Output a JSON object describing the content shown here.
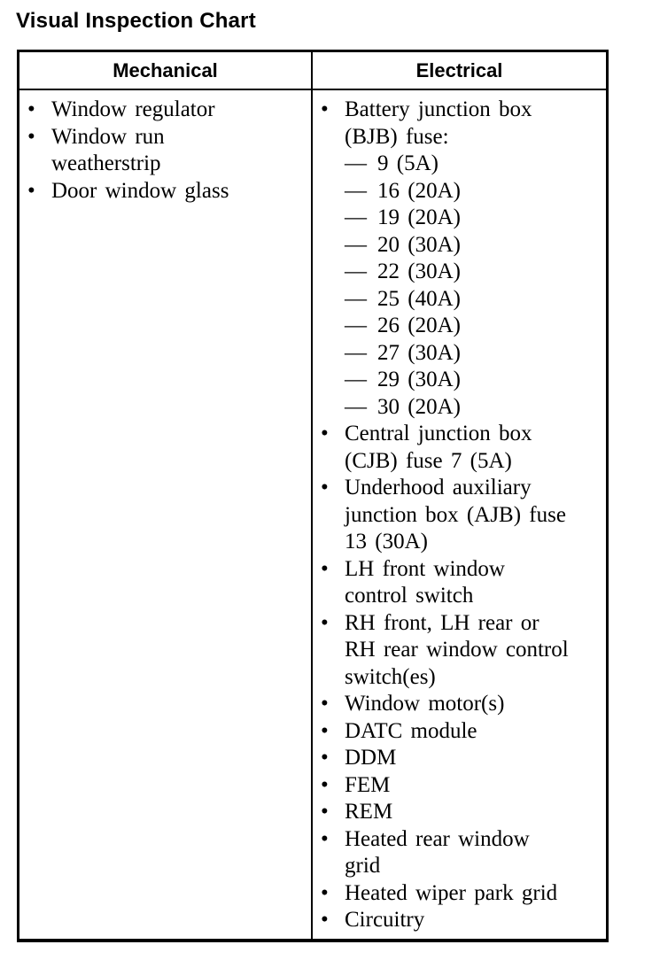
{
  "page": {
    "title": "Visual Inspection Chart"
  },
  "markers": {
    "bullet": "•",
    "dash": "—"
  },
  "table": {
    "columns": [
      {
        "label": "Mechanical"
      },
      {
        "label": "Electrical"
      }
    ],
    "mechanical": [
      {
        "text": "Window regulator"
      },
      {
        "text": "Window run\nweatherstrip"
      },
      {
        "text": "Door window glass"
      }
    ],
    "electrical": [
      {
        "text": "Battery junction box\n(BJB) fuse:",
        "sub_items": [
          "9 (5A)",
          "16 (20A)",
          "19 (20A)",
          "20 (30A)",
          "22 (30A)",
          "25 (40A)",
          "26 (20A)",
          "27 (30A)",
          "29 (30A)",
          "30 (20A)"
        ]
      },
      {
        "text": "Central junction box\n(CJB) fuse 7 (5A)"
      },
      {
        "text": "Underhood auxiliary\njunction box (AJB) fuse\n13 (30A)"
      },
      {
        "text": "LH front window\ncontrol switch"
      },
      {
        "text": "RH front, LH rear or\nRH rear window control\nswitch(es)"
      },
      {
        "text": "Window motor(s)"
      },
      {
        "text": "DATC module"
      },
      {
        "text": "DDM"
      },
      {
        "text": "FEM"
      },
      {
        "text": "REM"
      },
      {
        "text": "Heated rear window\ngrid"
      },
      {
        "text": "Heated wiper park grid"
      },
      {
        "text": "Circuitry"
      }
    ]
  },
  "colors": {
    "text": "#000000",
    "background": "#ffffff",
    "border": "#000000"
  }
}
